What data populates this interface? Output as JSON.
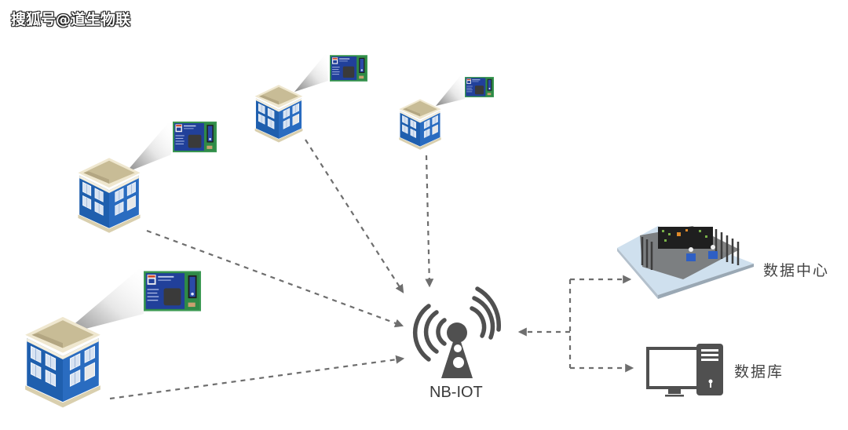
{
  "watermark": "搜狐号@道生物联",
  "hub": {
    "label": "NB-IOT",
    "icon": "cell-tower-icon"
  },
  "destinations": {
    "data_center": {
      "label": "数据中心",
      "icon": "data-center-icon"
    },
    "database": {
      "label": "数据库",
      "icon": "desktop-computer-icon"
    }
  },
  "buildings": [
    {
      "id": "building-1",
      "icon": "building-icon",
      "module_icon": "nb-iot-module-icon"
    },
    {
      "id": "building-2",
      "icon": "building-icon",
      "module_icon": "nb-iot-module-icon"
    },
    {
      "id": "building-3",
      "icon": "building-icon",
      "module_icon": "nb-iot-module-icon"
    },
    {
      "id": "building-4",
      "icon": "building-icon",
      "module_icon": "nb-iot-module-icon"
    }
  ],
  "colors": {
    "building_blue": "#1f5fae",
    "roof": "#c9bd98",
    "arrow": "#6e6e6e",
    "icon_dark": "#505050",
    "text": "#444444"
  }
}
